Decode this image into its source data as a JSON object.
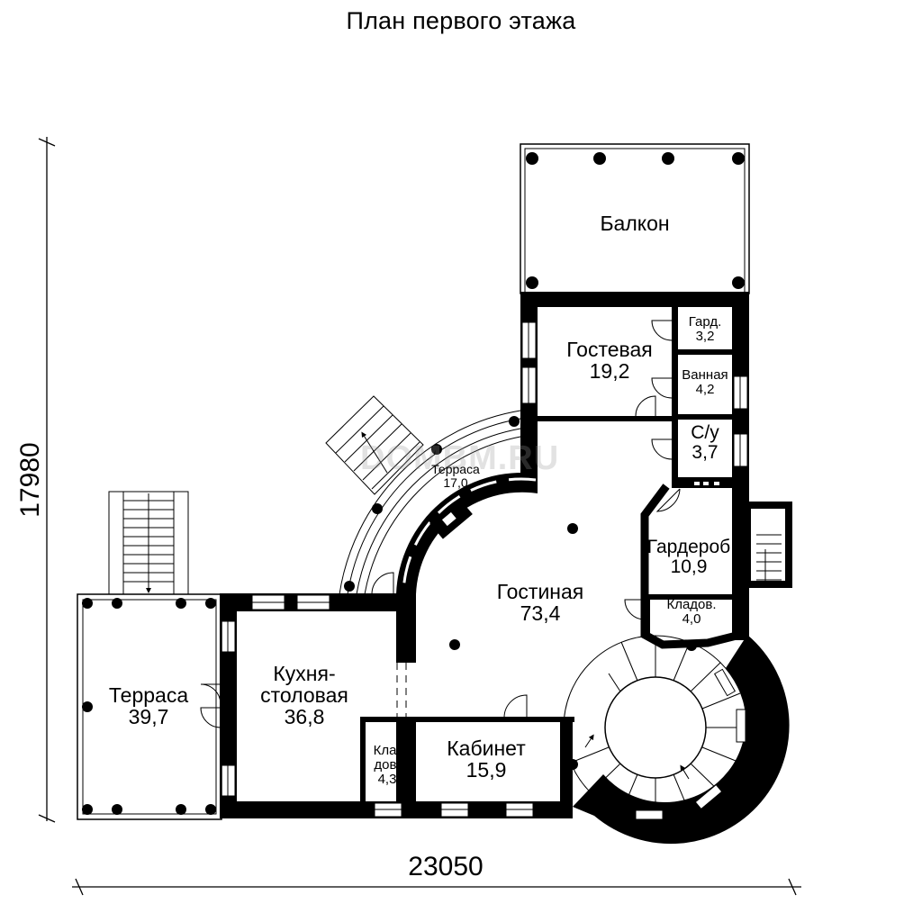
{
  "title": "План первого этажа",
  "watermark": "DOMBM.RU",
  "dimensions": {
    "width": "23050",
    "height": "17980"
  },
  "rooms": {
    "balcony": {
      "name": "Балкон"
    },
    "guest": {
      "name": "Гостевая",
      "area": "19,2"
    },
    "wardrobe_small": {
      "name": "Гард.",
      "area": "3,2"
    },
    "bathroom": {
      "name": "Ванная",
      "area": "4,2"
    },
    "wc": {
      "name": "С/у",
      "area": "3,7"
    },
    "terrace_arc": {
      "name": "Терраса",
      "area": "17,0"
    },
    "wardrobe": {
      "name": "Гардероб",
      "area": "10,9"
    },
    "living": {
      "name": "Гостиная",
      "area": "73,4"
    },
    "pantry_right": {
      "name": "Кладов.",
      "area": "4,0"
    },
    "terrace_left": {
      "name": "Терраса",
      "area": "39,7"
    },
    "kitchen": {
      "name_line1": "Кухня-",
      "name_line2": "столовая",
      "area": "36,8"
    },
    "pantry_small": {
      "name_line1": "Кла-",
      "name_line2": "дов.",
      "area": "4,3"
    },
    "office": {
      "name": "Кабинет",
      "area": "15,9"
    }
  }
}
